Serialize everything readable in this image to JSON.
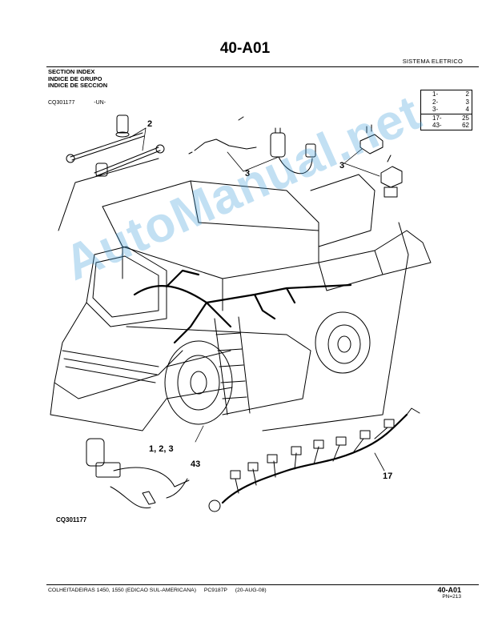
{
  "header": {
    "title": "40-A01",
    "section_label": "SISTEMA ELETRICO"
  },
  "index": {
    "titles": [
      "SECTION INDEX",
      "INDICE DE GRUPO",
      "INDICE DE SECCION"
    ],
    "figure_ref": "CQ301177",
    "figure_un": "-UN-",
    "ranges": [
      {
        "from": "1-",
        "to": "2"
      },
      {
        "from": "2-",
        "to": "3"
      },
      {
        "from": "3-",
        "to": "4"
      },
      {
        "from": "17-",
        "to": "25"
      },
      {
        "from": "43-",
        "to": "62"
      }
    ]
  },
  "illustration": {
    "callouts": [
      "2",
      "3",
      "3",
      "1, 2, 3",
      "43",
      "17"
    ],
    "figure_id": "CQ301177",
    "watermark": "AutoManual.net"
  },
  "footer": {
    "book": "COLHEITADEIRAS 1450, 1550 (EDICAO SUL-AMERICANA)",
    "catalog": "PC9187P",
    "date": "(20-AUG-08)",
    "code": "40-A01",
    "page": "PN=213"
  },
  "colors": {
    "text": "#000000",
    "watermark": "#46a0dc"
  }
}
